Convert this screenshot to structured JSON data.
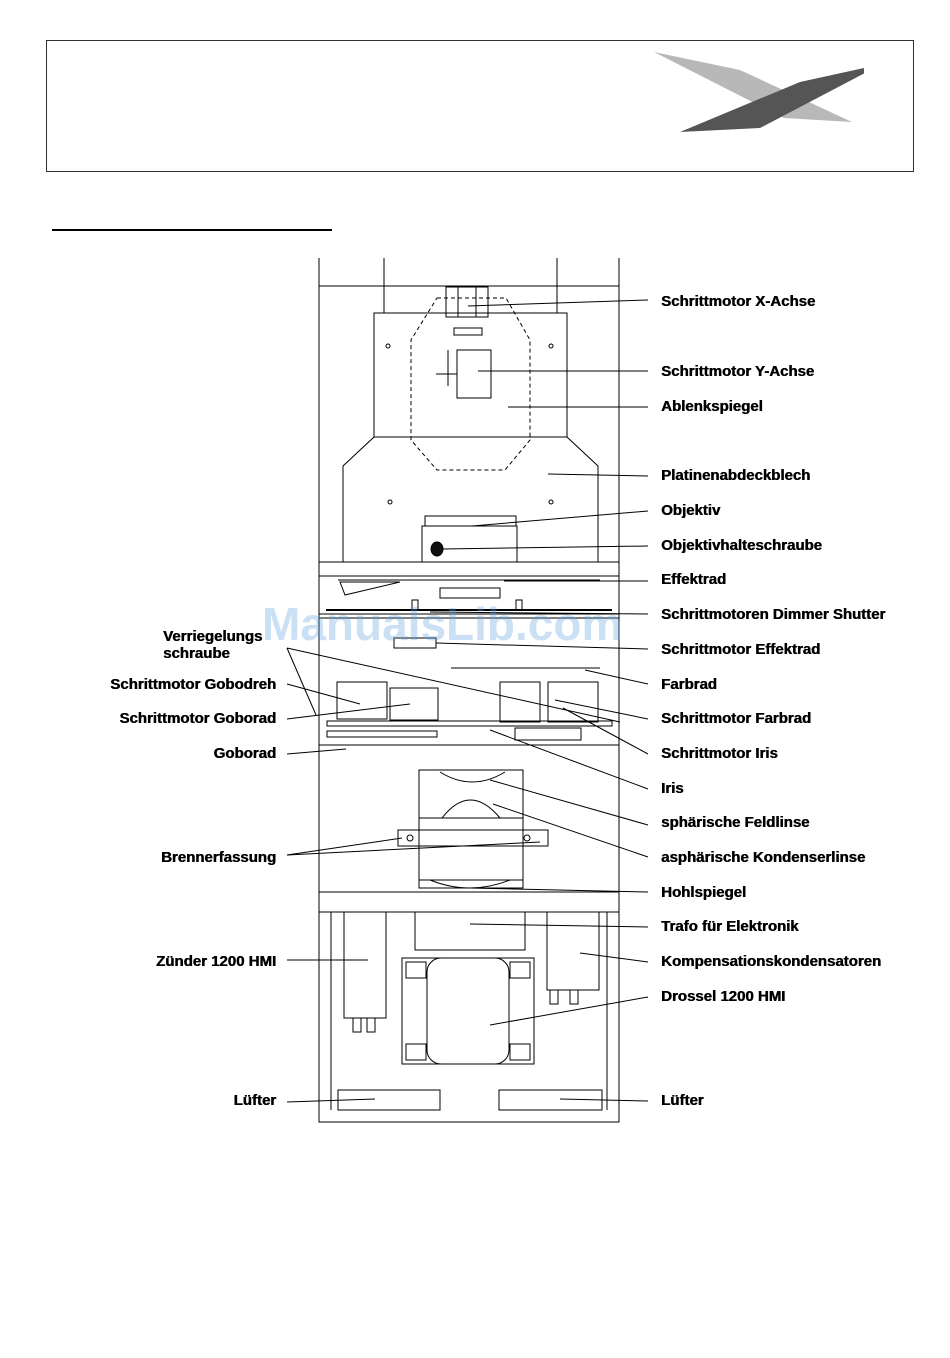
{
  "watermark": "ManualsLib.com",
  "labels_right": [
    {
      "id": "schrittmotor-x",
      "text": "Schrittmotor X-Achse"
    },
    {
      "id": "schrittmotor-y",
      "text": "Schrittmotor Y-Achse"
    },
    {
      "id": "ablenkspiegel",
      "text": "Ablenkspiegel"
    },
    {
      "id": "platinenabdeckblech",
      "text": "Platinenabdeckblech"
    },
    {
      "id": "objektiv",
      "text": "Objektiv"
    },
    {
      "id": "objektivhalteschraube",
      "text": "Objektivhalteschraube"
    },
    {
      "id": "effektrad",
      "text": "Effektrad"
    },
    {
      "id": "schrittmotoren-dimmer",
      "text": "Schrittmotoren Dimmer Shutter"
    },
    {
      "id": "schrittmotor-effektrad",
      "text": "Schrittmotor Effektrad"
    },
    {
      "id": "farbrad",
      "text": "Farbrad"
    },
    {
      "id": "schrittmotor-farbrad",
      "text": "Schrittmotor Farbrad"
    },
    {
      "id": "schrittmotor-iris",
      "text": "Schrittmotor Iris"
    },
    {
      "id": "iris",
      "text": "Iris"
    },
    {
      "id": "feldlinse",
      "text": "sphärische Feldlinse"
    },
    {
      "id": "kondenserlinse",
      "text": "asphärische Kondenserlinse"
    },
    {
      "id": "hohlspiegel",
      "text": "Hohlspiegel"
    },
    {
      "id": "trafo",
      "text": "Trafo für Elektronik"
    },
    {
      "id": "kompensation",
      "text": "Kompensationskondensatoren"
    },
    {
      "id": "drossel",
      "text": "Drossel 1200 HMI"
    },
    {
      "id": "luefter-right",
      "text": "Lüfter"
    }
  ],
  "labels_left": [
    {
      "id": "verriegelung-1",
      "text": "Verriegelungs"
    },
    {
      "id": "verriegelung-2",
      "text": "schraube"
    },
    {
      "id": "gobodreh",
      "text": "Schrittmotor Gobodreh"
    },
    {
      "id": "goborad-motor",
      "text": "Schrittmotor Goborad"
    },
    {
      "id": "goborad",
      "text": "Goborad"
    },
    {
      "id": "brennerfassung",
      "text": "Brennerfassung"
    },
    {
      "id": "zuender",
      "text": "Zünder 1200 HMI"
    },
    {
      "id": "luefter-left",
      "text": "Lüfter"
    }
  ]
}
